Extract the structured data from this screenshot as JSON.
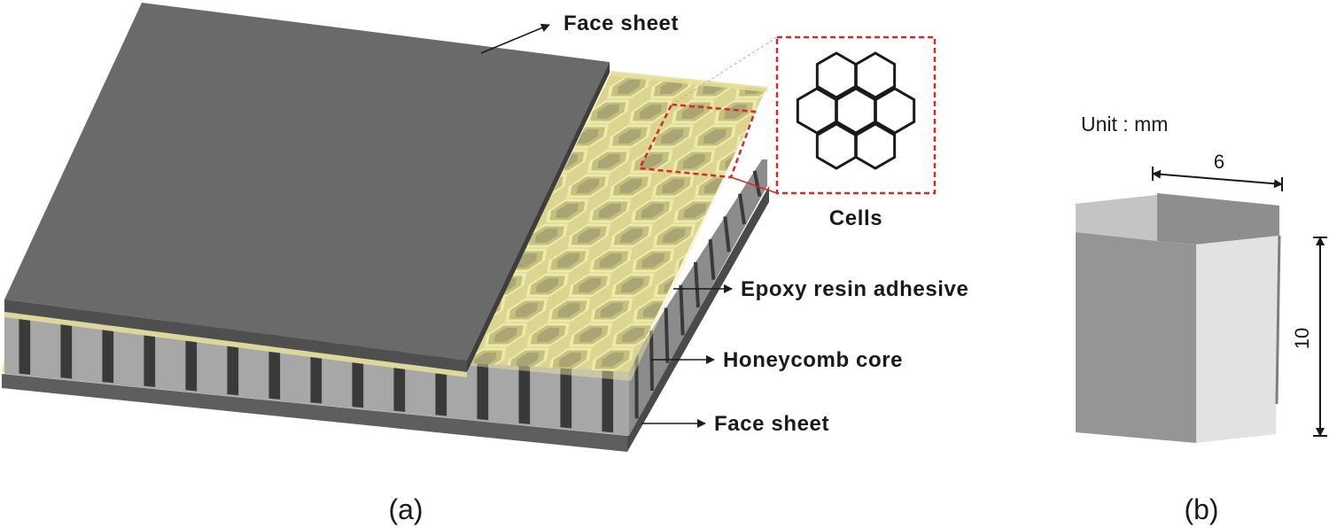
{
  "labels": {
    "face_sheet_top": "Face sheet",
    "cells": "Cells",
    "epoxy": "Epoxy resin adhesive",
    "honeycomb": "Honeycomb core",
    "face_sheet_bottom": "Face sheet"
  },
  "captions": {
    "a": "(a)",
    "b": "(b)"
  },
  "cell_view": {
    "unit": "Unit : mm",
    "width": "6",
    "height": "10"
  },
  "colors": {
    "face_sheet": "#6a6a6a",
    "face_sheet_edge": "#4a4a4a",
    "adhesive": "#e9e4a4",
    "core_light": "#a9a9a9",
    "core_dark": "#3a3a3a",
    "zoom_box": "#d42a2a"
  }
}
